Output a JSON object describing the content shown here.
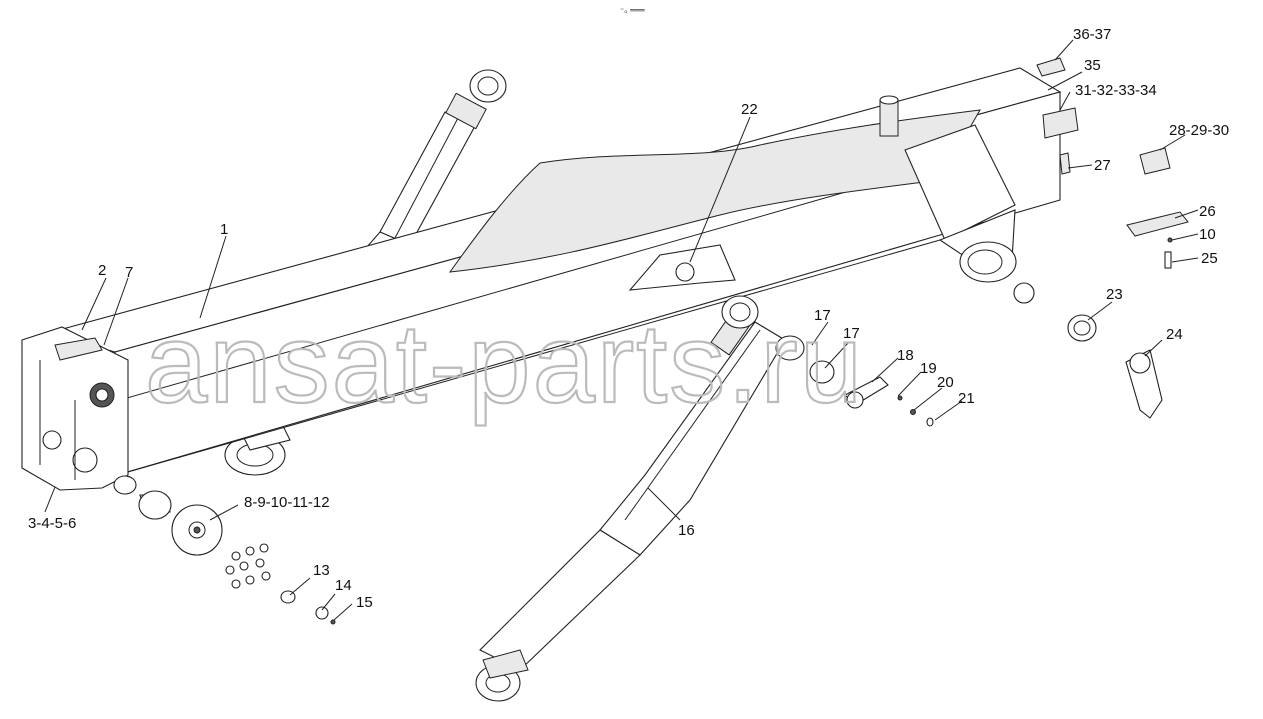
{
  "header": {
    "mark": "⁼ₒ ═══"
  },
  "watermark": "ansat-parts.ru",
  "callouts": [
    {
      "id": "c1",
      "text": "1"
    },
    {
      "id": "c2",
      "text": "2"
    },
    {
      "id": "c7",
      "text": "7"
    },
    {
      "id": "c3456",
      "text": "3-4-5-6"
    },
    {
      "id": "c8_12",
      "text": "8-9-10-11-12"
    },
    {
      "id": "c13",
      "text": "13"
    },
    {
      "id": "c14",
      "text": "14"
    },
    {
      "id": "c15",
      "text": "15"
    },
    {
      "id": "c16",
      "text": "16"
    },
    {
      "id": "c17a",
      "text": "17"
    },
    {
      "id": "c17b",
      "text": "17"
    },
    {
      "id": "c18",
      "text": "18"
    },
    {
      "id": "c19",
      "text": "19"
    },
    {
      "id": "c20",
      "text": "20"
    },
    {
      "id": "c21",
      "text": "21"
    },
    {
      "id": "c22",
      "text": "22"
    },
    {
      "id": "c23",
      "text": "23"
    },
    {
      "id": "c24",
      "text": "24"
    },
    {
      "id": "c25",
      "text": "25"
    },
    {
      "id": "c10",
      "text": "10"
    },
    {
      "id": "c26",
      "text": "26"
    },
    {
      "id": "c27",
      "text": "27"
    },
    {
      "id": "c28_30",
      "text": "28-29-30"
    },
    {
      "id": "c31_34",
      "text": "31-32-33-34"
    },
    {
      "id": "c35",
      "text": "35"
    },
    {
      "id": "c36_37",
      "text": "36-37"
    }
  ]
}
